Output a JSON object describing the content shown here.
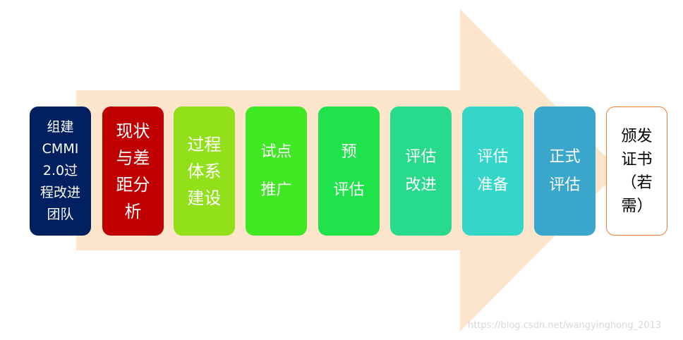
{
  "steps": [
    {
      "label": "组建\nCMMI\n2.0过\n程改进\n团队",
      "color": "#002060"
    },
    {
      "label": "现状\n与差\n距分\n析",
      "color": "#c00000"
    },
    {
      "label": "过程\n体系\n建设",
      "color": "#92e01a"
    },
    {
      "label": "试点\n推广",
      "color": "#3ee822"
    },
    {
      "label": "预\n评估",
      "color": "#20e24a"
    },
    {
      "label": "评估\n改进",
      "color": "#28da8c"
    },
    {
      "label": "评估\n准备",
      "color": "#33d6c8"
    },
    {
      "label": "正式\n评估",
      "color": "#3aa6cc"
    },
    {
      "label": "颁发\n证书\n（若\n需）",
      "color": "#ffffff",
      "border": "#ed7d31"
    }
  ],
  "arrow": {
    "color": "#fde5cc"
  },
  "watermark": "https://blog.csdn.net/wangyinghong_2013"
}
